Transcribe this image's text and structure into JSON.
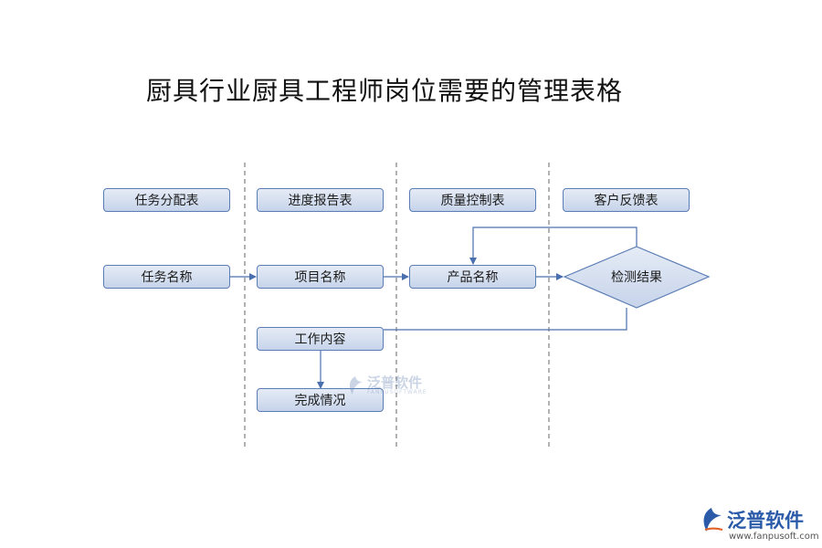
{
  "title": "厨具行业厨具工程师岗位需要的管理表格",
  "columns": [
    {
      "header": "任务分配表",
      "items": [
        "任务名称"
      ]
    },
    {
      "header": "进度报告表",
      "items": [
        "项目名称",
        "工作内容",
        "完成情况"
      ]
    },
    {
      "header": "质量控制表",
      "items": [
        "产品名称"
      ]
    },
    {
      "header": "客户反馈表",
      "items": []
    }
  ],
  "decision": {
    "label": "检测结果"
  },
  "watermark": {
    "text": "泛普软件",
    "sub": "FANPUSOFTWARE"
  },
  "logo": {
    "text": "泛普软件",
    "url": "www.fanpusoft.com"
  },
  "colors": {
    "box_fill": "#c6d3ea",
    "box_border": "#5b7db5",
    "line": "#4a6fae",
    "logo": "#2a5aa8"
  }
}
